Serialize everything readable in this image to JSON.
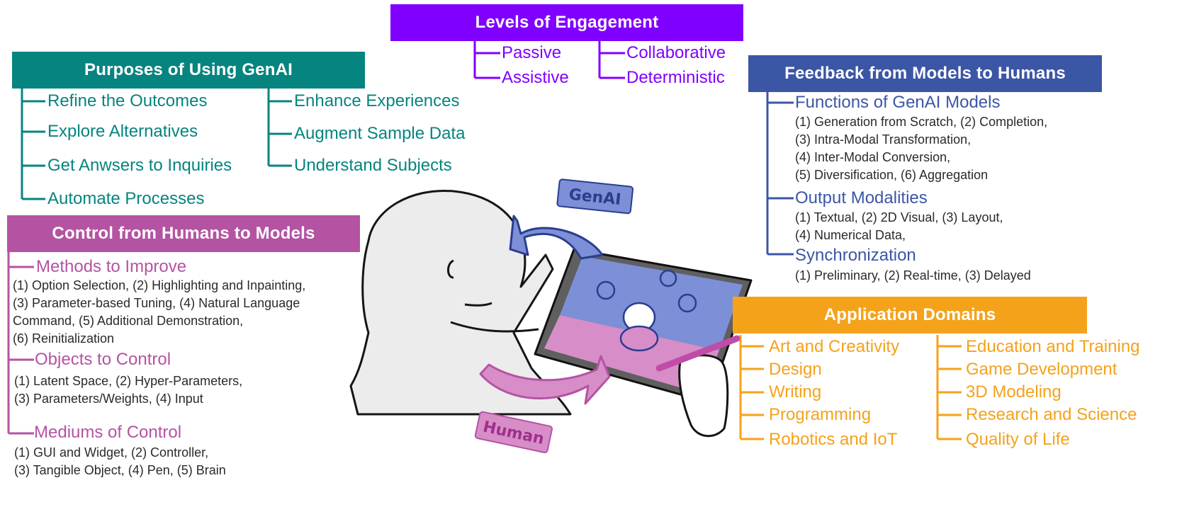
{
  "levels": {
    "title": "Levels of Engagement",
    "items": [
      "Passive",
      "Assistive",
      "Collaborative",
      "Deterministic"
    ]
  },
  "purposes": {
    "title": "Purposes of Using GenAI",
    "left": [
      "Refine the Outcomes",
      "Explore Alternatives",
      "Get Anwsers to Inquiries",
      "Automate Processes"
    ],
    "right": [
      "Enhance Experiences",
      "Augment Sample Data",
      "Understand Subjects"
    ]
  },
  "feedback": {
    "title": "Feedback from Models to Humans",
    "functions": {
      "label": "Functions of GenAI Models",
      "lines": [
        "(1) Generation from Scratch, (2) Completion,",
        "(3) Intra-Modal Transformation,",
        "(4) Inter-Modal Conversion,",
        "(5) Diversification, (6) Aggregation"
      ]
    },
    "output": {
      "label": "Output Modalities",
      "lines": [
        "(1) Textual, (2) 2D Visual, (3) Layout,",
        "(4) Numerical Data,"
      ]
    },
    "sync": {
      "label": "Synchronization",
      "lines": [
        "(1) Preliminary, (2) Real-time, (3) Delayed"
      ]
    }
  },
  "control": {
    "title": "Control from Humans to Models",
    "methods": {
      "label": "Methods to Improve",
      "lines": [
        "(1) Option Selection, (2) Highlighting and Inpainting,",
        "(3) Parameter-based Tuning, (4) Natural Language",
        "Command,  (5) Additional Demonstration,",
        "(6) Reinitialization"
      ]
    },
    "objects": {
      "label": "Objects to Control",
      "lines": [
        "(1) Latent Space, (2) Hyper-Parameters,",
        "(3) Parameters/Weights, (4) Input"
      ]
    },
    "mediums": {
      "label": "Mediums of Control",
      "lines": [
        "(1) GUI and Widget, (2) Controller,",
        "(3) Tangible Object, (4) Pen, (5) Brain"
      ]
    }
  },
  "domains": {
    "title": "Application Domains",
    "left": [
      "Art and Creativity",
      "Design",
      "Writing",
      "Programming",
      "Robotics and IoT"
    ],
    "right": [
      "Education and Training",
      "Game Development",
      "3D Modeling",
      "Research and Science",
      "Quality of Life"
    ]
  },
  "illustration": {
    "genai_tag": "GenAI",
    "human_tag": "Human"
  },
  "colors": {
    "levels": "#8000ff",
    "purposes": "#06847f",
    "feedback": "#3c56a6",
    "control": "#b553a3",
    "domains": "#f5a21b",
    "tablet_top": "#7d8fd6",
    "tablet_bottom": "#d78ec8"
  }
}
